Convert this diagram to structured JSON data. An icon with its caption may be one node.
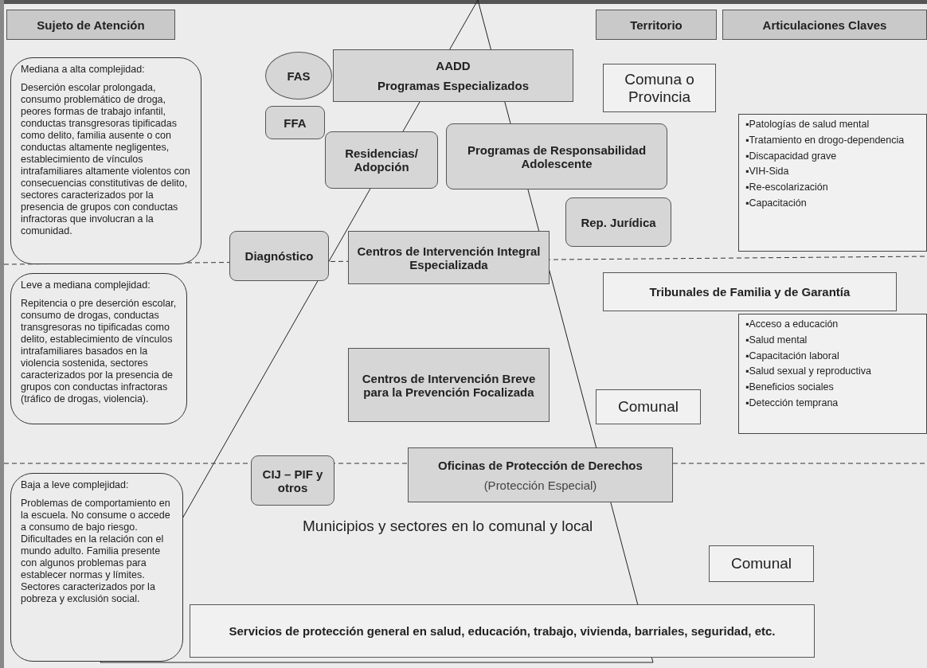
{
  "diagram": {
    "nodes": [
      {
        "text": [
          "Sujeto de Atención"
        ]
      },
      {
        "text": [
          "FAS"
        ]
      },
      {
        "text": [
          "AADD",
          "Programas Especializados"
        ]
      },
      {
        "text": [
          "Territorio"
        ]
      },
      {
        "text": [
          "Articulaciones Claves"
        ]
      },
      {
        "text": [
          "Comuna o Provincia"
        ]
      },
      {
        "text": [
          "Mediana a alta complejidad:",
          "Deserción escolar prolongada, consumo problemático de droga, peores formas de trabajo infantil, conductas transgresoras tipificadas como delito, familia ausente o con conductas altamente negligentes, establecimiento de vínculos intrafamiliares altamente violentos con consecuencias constitutivas de delito, sectores caracterizados por la presencia de grupos con conductas infractoras que involucran a la comunidad."
        ]
      },
      {
        "text": [
          "FFA"
        ]
      },
      {
        "text": [
          "Residencias/ Adopción"
        ]
      },
      {
        "text": [
          "Programas de Responsabilidad Adolescente"
        ]
      },
      {
        "text": [
          "▪Patologías de salud mental",
          "▪Tratamiento en drogo-dependencia",
          "▪Discapacidad grave",
          "▪VIH-Sida",
          "▪Re-escolarización",
          "▪Capacitación"
        ]
      },
      {
        "text": [
          "Rep. Jurídica"
        ]
      },
      {
        "text": [
          "Diagnóstico"
        ]
      },
      {
        "text": [
          "Centros de Intervención Integral Especializada"
        ]
      },
      {
        "text": [
          "Tribunales de Familia y de Garantía"
        ]
      },
      {
        "text": [
          "Leve a mediana complejidad:",
          "Repitencia o pre deserción escolar, consumo de drogas, conductas transgresoras no tipificadas como delito, establecimiento de vínculos intrafamiliares basados en la violencia sostenida, sectores caracterizados por la presencia de grupos con conductas infractoras (tráfico de drogas, violencia)."
        ]
      },
      {
        "text": [
          "Centros de Intervención Breve para la Prevención Focalizada"
        ]
      },
      {
        "text": [
          "Comunal"
        ]
      },
      {
        "text": [
          "▪Acceso a educación",
          "▪Salud mental",
          "▪Capacitación laboral",
          "▪Salud sexual y reproductiva",
          "▪Beneficios sociales",
          "▪Detección temprana"
        ]
      },
      {
        "text": [
          "CIJ – PIF y otros"
        ]
      },
      {
        "text": [
          "Oficinas de Protección de Derechos",
          "(Protección Especial)"
        ]
      },
      {
        "text": [
          "Baja a leve complejidad:",
          "Problemas de comportamiento en la escuela. No consume o accede a consumo de bajo riesgo. Dificultades en la relación con el mundo adulto. Familia presente con algunos problemas para establecer normas y límites. Sectores caracterizados por la pobreza y exclusión social."
        ]
      },
      {
        "text": [
          "Comunal"
        ]
      },
      {
        "text": [
          "Servicios de protección general en salud, educación, trabajo, vivienda, barriales, seguridad, etc."
        ]
      }
    ],
    "labels": [
      "Municipios y sectores en lo comunal y local"
    ]
  }
}
